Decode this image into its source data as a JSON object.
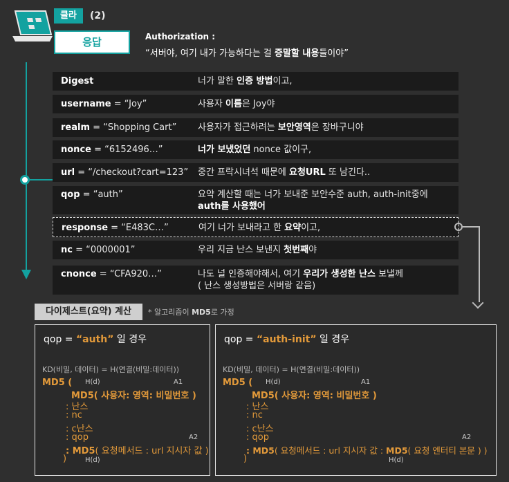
{
  "header": {
    "client_label": "클라",
    "client_number": "(2)",
    "response_label": "응답",
    "auth_title": "Authorization :",
    "auth_quote_pre": "“서버야, 여기 내가 가능하다는 걸 ",
    "auth_quote_bold": "증말할 내용",
    "auth_quote_post": "들이야”"
  },
  "rows": [
    {
      "key_bold": "Digest",
      "key_rest": "",
      "val_pre": "너가 말한 ",
      "val_bold": "인증 방법",
      "val_post": "이고,",
      "val_line2": ""
    },
    {
      "key_bold": "username",
      "key_rest": " = “Joy”",
      "val_pre": "사용자 ",
      "val_bold": "이름",
      "val_post": "은 Joy야",
      "val_line2": ""
    },
    {
      "key_bold": "realm",
      "key_rest": " = “Shopping Cart”",
      "val_pre": "사용자가 접근하려는 ",
      "val_bold": "보안영역",
      "val_post": "은 장바구니야",
      "val_line2": ""
    },
    {
      "key_bold": "nonce",
      "key_rest": " = “6152496…”",
      "val_pre": "",
      "val_bold": "너가 보냈었던",
      "val_post": " nonce 값이구,",
      "val_line2": ""
    },
    {
      "key_bold": "url",
      "key_rest": " = “/checkout?cart=123”",
      "val_pre": "중간 프락시녀석 때문에 ",
      "val_bold": "요청URL",
      "val_post": " 또 남긴다..",
      "val_line2": ""
    },
    {
      "key_bold": "qop",
      "key_rest": " = “auth”",
      "val_pre": "요약 계산할 때는 너가 보내준 보안수준 auth, auth-init중에",
      "val_bold": "",
      "val_post": "",
      "val_line2": "auth를 사용했어"
    },
    {
      "key_bold": "response",
      "key_rest": " = “E483C…”",
      "val_pre": "여기 너가 보내라고 한 ",
      "val_bold": "요약",
      "val_post": "이고,",
      "val_line2": ""
    },
    {
      "key_bold": "nc",
      "key_rest": " = “0000001”",
      "val_pre": "우리 지금 난스 보낸지 ",
      "val_bold": "첫번째",
      "val_post": "야",
      "val_line2": ""
    },
    {
      "key_bold": "cnonce",
      "key_rest": " = “CFA920…”",
      "val_pre": "나도 널 인증해야해서, 여기 ",
      "val_bold": "우리가 생성한 난스",
      "val_post": " 보낼께",
      "val_line2": "( 난스 생성방법은 서버랑 같음)"
    }
  ],
  "digest": {
    "tag": "다이제스트(요약) 계산",
    "note_pre": "* 알고리즘이 ",
    "note_bold": "MD5",
    "note_post": "로 가정"
  },
  "left_panel": {
    "title_pre": "qop = ",
    "title_val": "“auth”",
    "title_post": " 일 경우",
    "kd": "KD(비밀, 데이터) = H(연결(비밀:데이터))",
    "md5_open": "MD5 (",
    "hd_top": "H(d)",
    "a1": "A1",
    "line_a1": "MD5( 사용자: 영역: 비밀번호 )",
    "l_nonce": ": 난스",
    "l_nc": ": nc",
    "l_cnonce": ": c난스",
    "l_qop": ": qop",
    "a2": "A2",
    "line_a2_md5": ": MD5",
    "line_a2_rest": "( 요청메서드 : url 지시자 값 )",
    "close": ")",
    "hd_bottom": "H(d)"
  },
  "right_panel": {
    "title_pre": "qop = ",
    "title_val": "“auth-init”",
    "title_post": " 일 경우",
    "kd": "KD(비밀, 데이터) = H(연결(비밀:데이터))",
    "md5_open": "MD5 (",
    "hd_top": "H(d)",
    "a1": "A1",
    "line_a1": "MD5( 사용자: 영역: 비밀번호 )",
    "l_nonce": ": 난스",
    "l_nc": ": nc",
    "l_cnonce": ": c난스",
    "l_qop": ": qop",
    "a2": "A2",
    "line_a2_md5": ": MD5",
    "line_a2_mid": "( 요청메서드 : url 지시자 값 : ",
    "line_a2_md5b": "MD5",
    "line_a2_rest": "( 요청 엔터티 본문 ) )",
    "close": ")",
    "hd_bottom": "H(d)"
  },
  "colors": {
    "accent": "#13a2a0",
    "highlight": "#e39a3a",
    "background": "#2f2f2f",
    "row_bg": "#1b1b1b"
  }
}
